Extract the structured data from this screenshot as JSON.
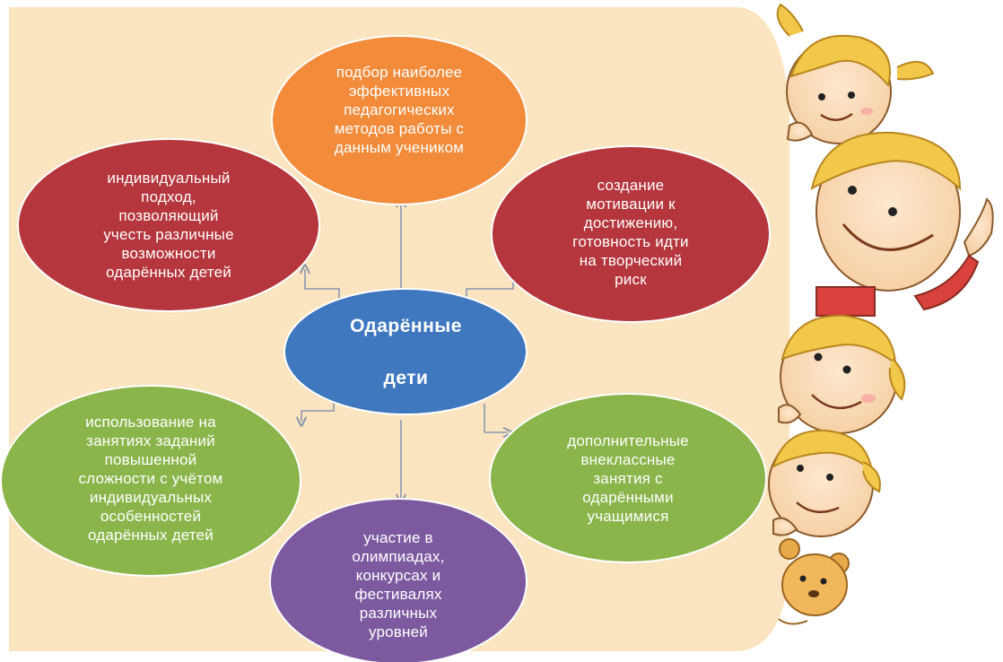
{
  "colors": {
    "background_panel": "#fbe4c0",
    "orange": "#f28b3a",
    "red": "#b5363d",
    "blue": "#3f78be",
    "green": "#8ab54a",
    "purple": "#7d5aa0",
    "arrow": "#8a9ab0"
  },
  "center": {
    "line1": "Одарённые",
    "line2": "дети"
  },
  "nodes": {
    "top": "подбор наиболее\nэффективных\nпедагогических\nметодов работы с\nданным учеником",
    "upper_left": "индивидуальный\nподход,\nпозволяющий\nучесть различные\nвозможности\nодарённых детей",
    "upper_right": "создание\nмотивации к\nдостижению,\nготовность идти\nна творческий\nриск",
    "lower_left": "использование на\nзанятиях заданий\nповышенной\nсложности с учётом\nиндивидуальных\nособенностей\nодарённых детей",
    "lower_right": "дополнительные\nвнеклассные\nзанятия с\nодарёнными\nучащимися",
    "bottom": "участие в\nолимпиадах,\nконкурсах и\nфестивалях\nразличных\nуровней"
  },
  "illustration": {
    "subject": "cartoon-children-peeking"
  }
}
